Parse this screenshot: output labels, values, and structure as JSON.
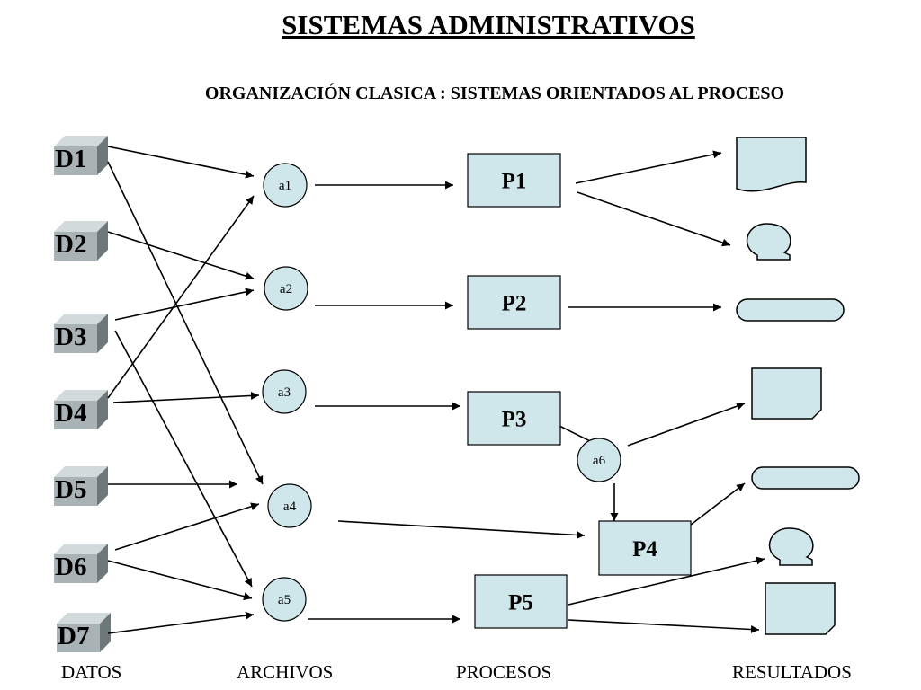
{
  "title": "SISTEMAS ADMINISTRATIVOS",
  "subtitle": "ORGANIZACIÓN CLASICA : SISTEMAS ORIENTADOS AL PROCESO",
  "datos": [
    "D1",
    "D2",
    "D3",
    "D4",
    "D5",
    "D6",
    "D7"
  ],
  "archivos": [
    "a1",
    "a2",
    "a3",
    "a4",
    "a5",
    "a6"
  ],
  "procesos": [
    "P1",
    "P2",
    "P3",
    "P4",
    "P5"
  ],
  "columns": {
    "datos": "DATOS",
    "archivos": "ARCHIVOS",
    "procesos": "PROCESOS",
    "resultados": "RESULTADOS"
  },
  "colors": {
    "box_fill": "#cfe6ea",
    "cube_front": "#a9b2b4",
    "cube_side": "#6f7879",
    "cube_top": "#d2dadb",
    "line": "#000000"
  }
}
